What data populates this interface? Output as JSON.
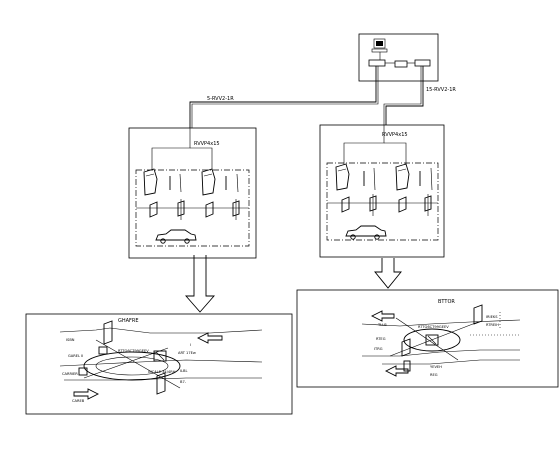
{
  "cable_labels": {
    "left_trunk": "5-RVV2-1R",
    "right_trunk": "15-RVV2-1R",
    "left_branch": "RVVP4x15",
    "right_branch": "RVVP4x15"
  },
  "detail_left": {
    "title_label": "GHAFRE",
    "device_label": "RTTG6CT99GEEV",
    "callout_1": "ISBN",
    "callout_2": "I",
    "callout_3": "ART 17Ew",
    "callout_4": "GAREL II",
    "callout_5": "CARRIER",
    "callout_6": "ILBL",
    "callout_7": "B7-",
    "callout_8": "CAREB",
    "callout_9": "INCALE 34/4RH"
  },
  "detail_right": {
    "title_label": "BTTOR",
    "device_label": "RTTG6CT99GEEV",
    "callout_1": "IRIEKS",
    "callout_2": "RTREIH",
    "callout_3": "TLLB",
    "callout_4": "RTEG",
    "callout_5": "ITRG",
    "callout_6": "YEVEH",
    "callout_7": "REG"
  },
  "colors": {
    "line": "#000000",
    "background": "#ffffff",
    "window_fill": "#000000"
  },
  "icons": [
    "computer-icon",
    "barrier-gate-icon",
    "car-icon",
    "arrow-down-icon",
    "direction-arrow-icon"
  ]
}
